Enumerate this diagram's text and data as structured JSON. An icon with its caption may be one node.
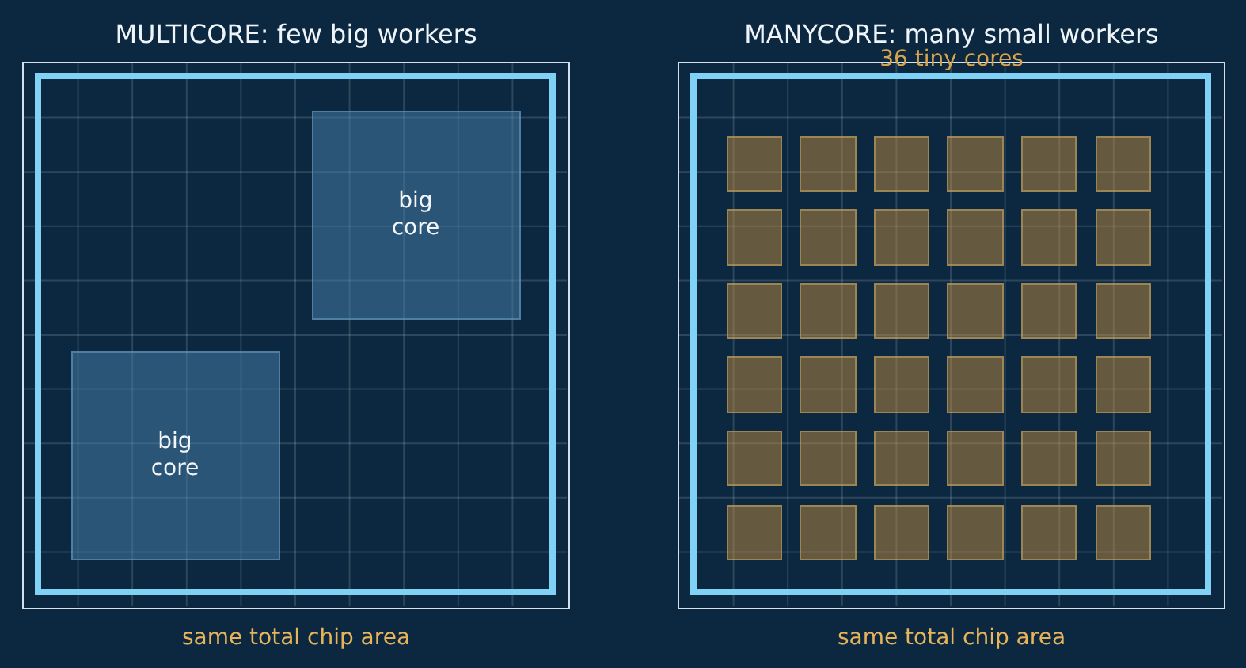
{
  "diagram": {
    "nodes": [
      {
        "text": [
          "MULTICORE: few big workers"
        ],
        "beside": [
          "same total chip area"
        ]
      },
      {
        "text": [],
        "shape": "box",
        "in": 0
      },
      {
        "text": [
          "big core"
        ],
        "in": 1
      },
      {
        "text": [
          "big core"
        ],
        "in": 1
      },
      {
        "text": [
          "MANYCORE: many small workers"
        ],
        "beside": [
          "same total chip area"
        ]
      },
      {
        "text": [],
        "shape": "box",
        "in": 4
      },
      {
        "text": [],
        "shape": "box",
        "in": 5
      },
      {
        "text": [],
        "shape": "box",
        "in": 5
      },
      {
        "text": [],
        "shape": "box",
        "in": 5
      },
      {
        "text": [],
        "shape": "box",
        "in": 5
      },
      {
        "text": [],
        "shape": "box",
        "in": 5
      },
      {
        "text": [],
        "shape": "box",
        "in": 5
      },
      {
        "text": [],
        "shape": "box",
        "in": 5
      },
      {
        "text": [],
        "shape": "box",
        "in": 5
      },
      {
        "text": [],
        "shape": "box",
        "in": 5
      },
      {
        "text": [],
        "shape": "box",
        "in": 5
      },
      {
        "text": [],
        "shape": "box",
        "in": 5
      },
      {
        "text": [],
        "shape": "box",
        "in": 5
      },
      {
        "text": [],
        "shape": "box",
        "in": 5
      },
      {
        "text": [],
        "shape": "box",
        "in": 5
      },
      {
        "text": [],
        "shape": "box",
        "in": 5
      },
      {
        "text": [],
        "shape": "box",
        "in": 5
      },
      {
        "text": [],
        "shape": "box",
        "in": 5
      },
      {
        "text": [],
        "shape": "box",
        "in": 5
      },
      {
        "text": [],
        "shape": "box",
        "in": 5
      },
      {
        "text": [],
        "shape": "box",
        "in": 5
      },
      {
        "text": [],
        "shape": "box",
        "in": 5
      },
      {
        "text": [],
        "shape": "box",
        "in": 5
      },
      {
        "text": [],
        "shape": "box",
        "in": 5
      },
      {
        "text": [],
        "shape": "box",
        "in": 5
      },
      {
        "text": [],
        "shape": "box",
        "in": 5
      },
      {
        "text": [],
        "shape": "box",
        "in": 5
      },
      {
        "text": [],
        "shape": "box",
        "in": 5
      },
      {
        "text": [],
        "shape": "box",
        "in": 5
      },
      {
        "text": [],
        "shape": "box",
        "in": 5
      },
      {
        "text": [],
        "shape": "box",
        "in": 5
      },
      {
        "text": [],
        "shape": "box",
        "in": 5
      },
      {
        "text": [],
        "shape": "box",
        "in": 5
      },
      {
        "text": [],
        "shape": "box",
        "in": 5
      },
      {
        "text": [],
        "shape": "box",
        "in": 5
      },
      {
        "text": [],
        "shape": "box",
        "in": 5
      },
      {
        "text": [],
        "shape": "box",
        "in": 5
      }
    ],
    "labels": [
      "36 tiny cores"
    ]
  }
}
